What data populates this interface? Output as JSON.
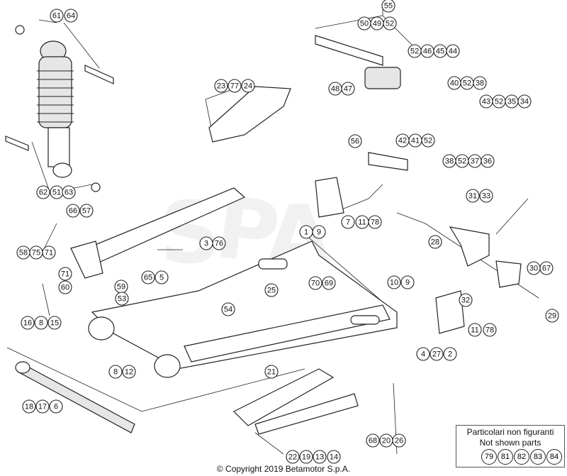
{
  "diagram": {
    "callouts": [
      "61",
      "64",
      "55",
      "50",
      "49",
      "52",
      "52",
      "46",
      "45",
      "44",
      "48",
      "47",
      "23",
      "77",
      "24",
      "40",
      "52",
      "38",
      "43",
      "52",
      "35",
      "34",
      "42",
      "41",
      "52",
      "38",
      "52",
      "37",
      "36",
      "56",
      "62",
      "51",
      "63",
      "31",
      "33",
      "66",
      "57",
      "1",
      "9",
      "7",
      "11",
      "78",
      "58",
      "75",
      "71",
      "3",
      "76",
      "65",
      "5",
      "28",
      "30",
      "67",
      "29",
      "71",
      "60",
      "59",
      "53",
      "25",
      "54",
      "70",
      "69",
      "10",
      "9",
      "32",
      "11",
      "78",
      "16",
      "8",
      "15",
      "8",
      "12",
      "4",
      "27",
      "2",
      "21",
      "18",
      "17",
      "6",
      "68",
      "20",
      "26",
      "22",
      "19",
      "13",
      "14"
    ]
  },
  "not_shown_box": {
    "line1": "Particolari non figuranti",
    "line2": "Not shown parts",
    "numbers": [
      "79",
      "81",
      "82",
      "83",
      "84"
    ]
  },
  "copyright": "© Copyright 2019 Betamotor S.p.A."
}
